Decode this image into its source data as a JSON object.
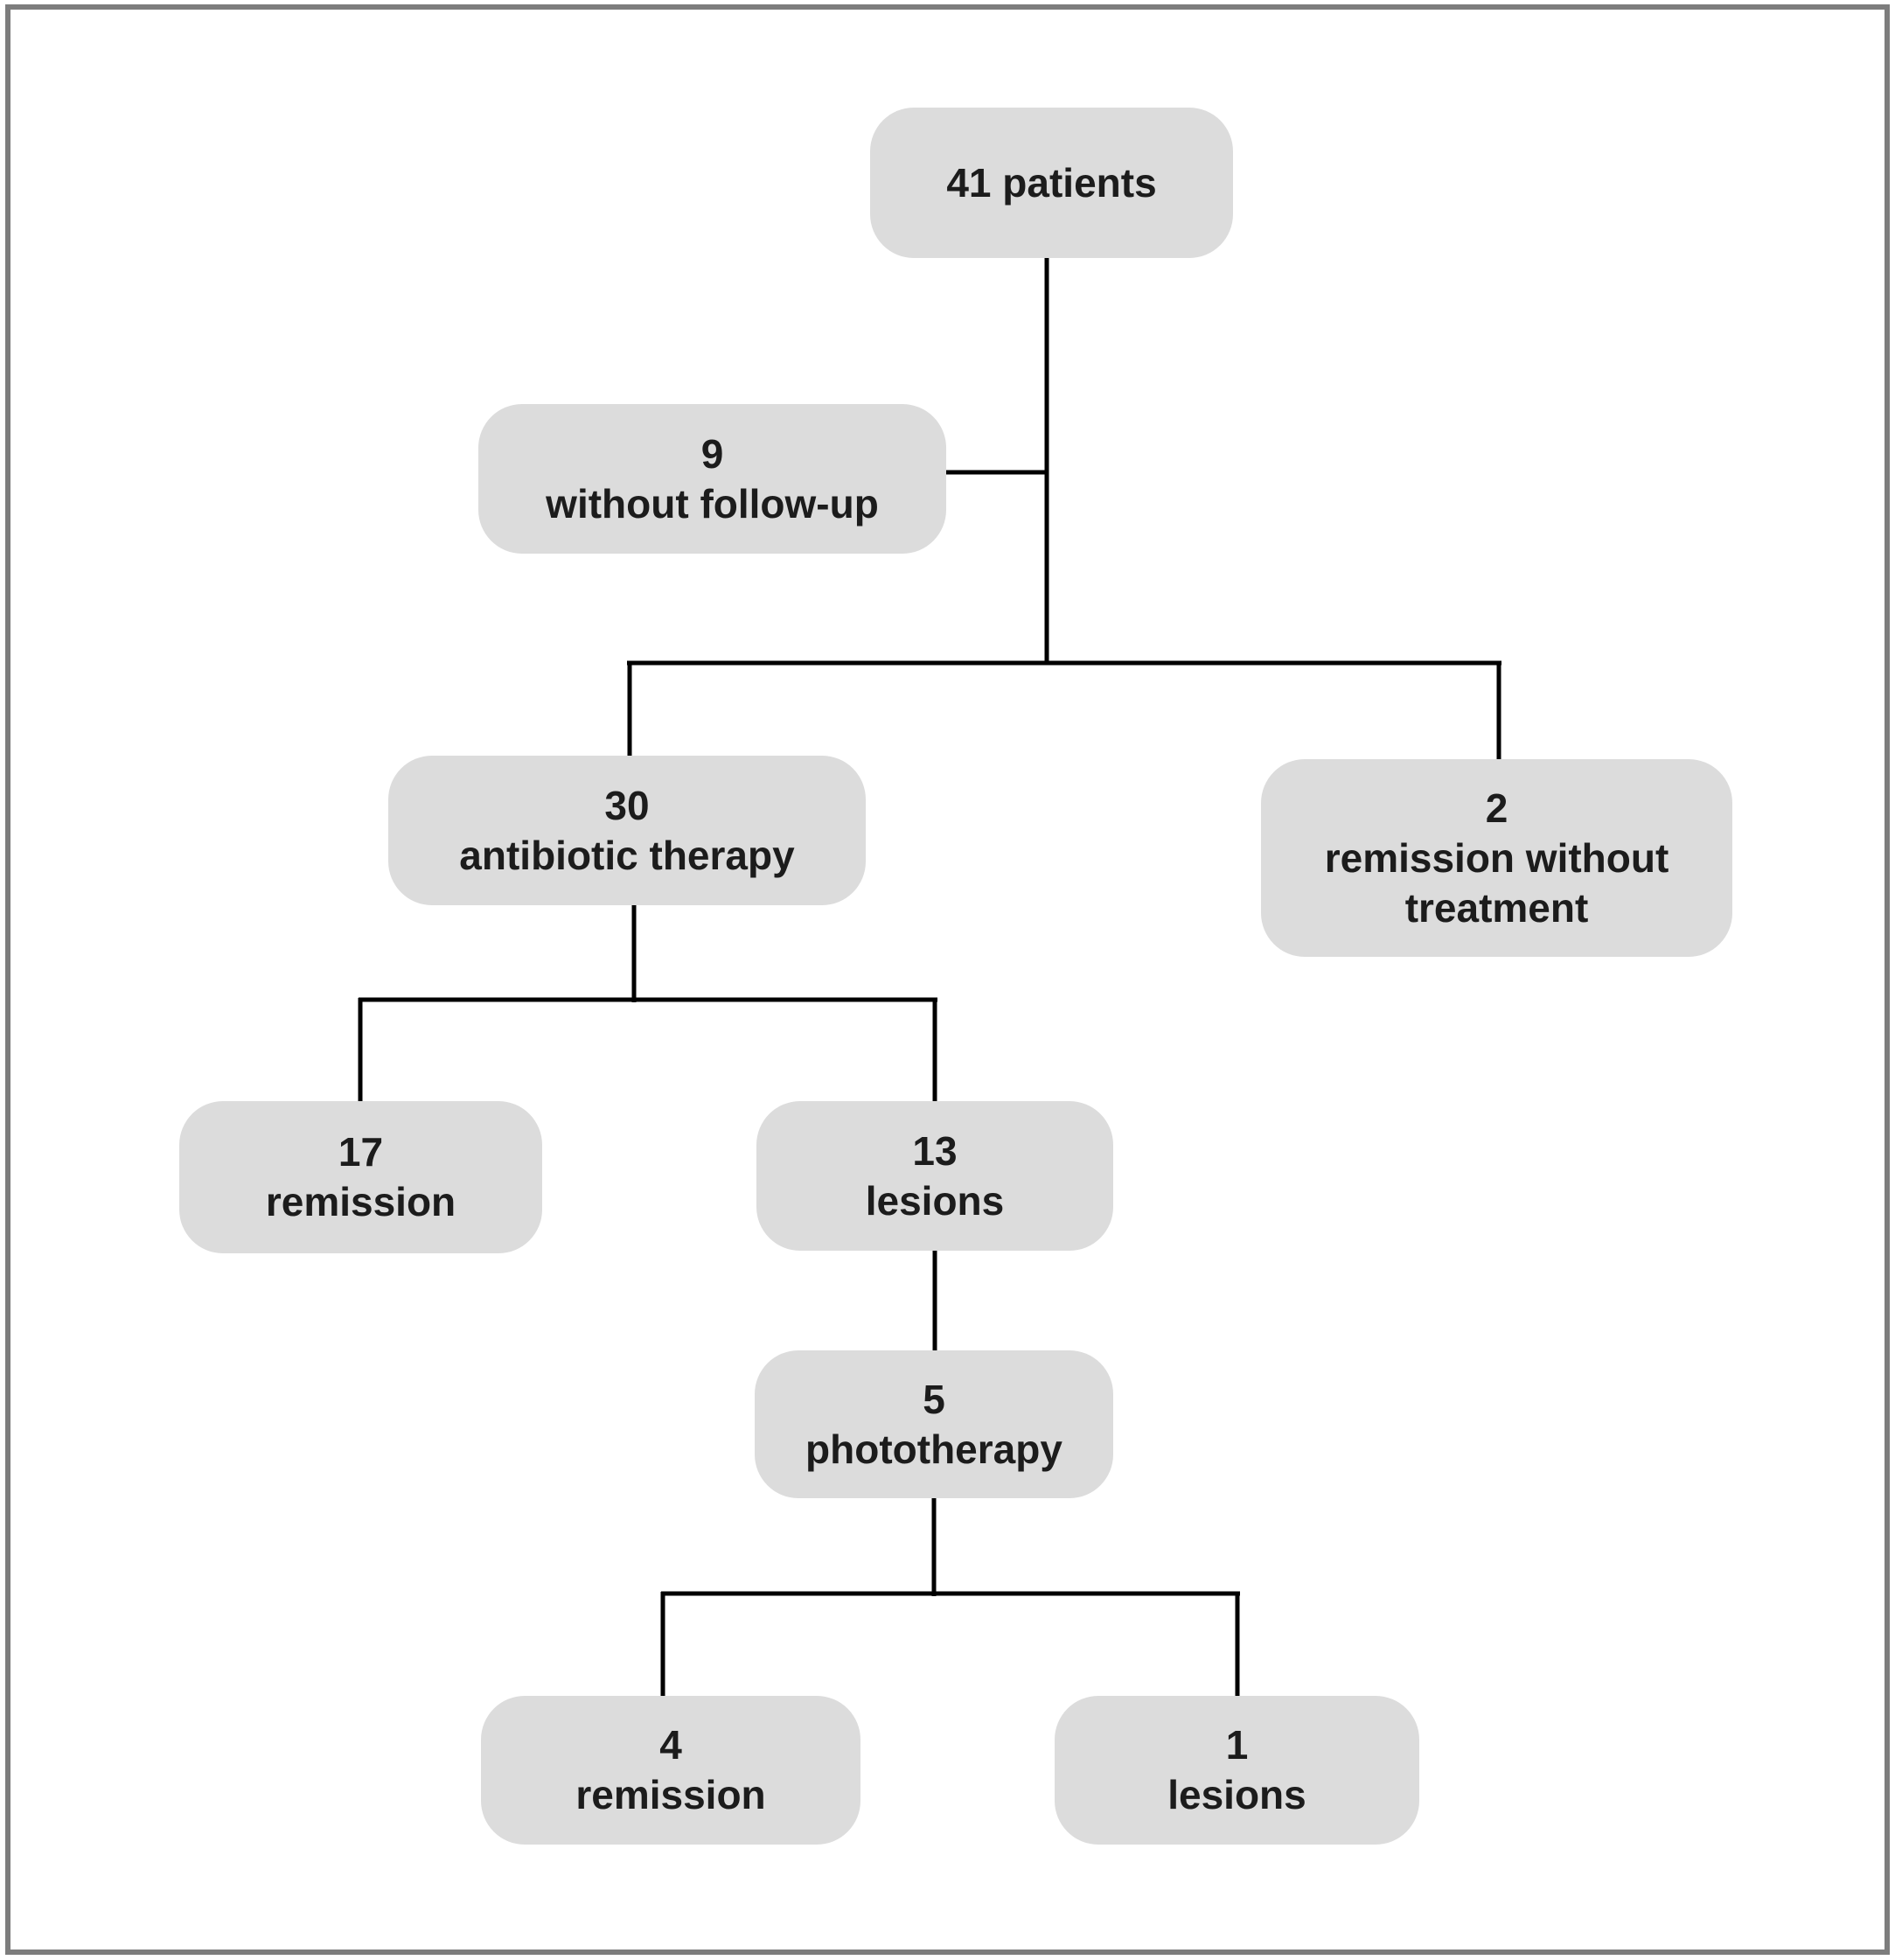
{
  "frame": {
    "border_color": "#7d7d7d",
    "background_color": "#ffffff"
  },
  "styles": {
    "node_fill": "#dcdcdc",
    "node_text_color": "#1c1c1c",
    "connector_color": "#000000"
  },
  "nodes": [
    {
      "id": "patients-total",
      "value": "41 patients",
      "label": ""
    },
    {
      "id": "without-follow-up",
      "value": "9",
      "label": "without follow-up"
    },
    {
      "id": "antibiotic-therapy",
      "value": "30",
      "label": "antibiotic therapy"
    },
    {
      "id": "remission-without-treatment",
      "value": "2",
      "label": "remission without treatment"
    },
    {
      "id": "remission-after-antibiotics",
      "value": "17",
      "label": "remission"
    },
    {
      "id": "lesions-after-antibiotics",
      "value": "13",
      "label": "lesions"
    },
    {
      "id": "phototherapy",
      "value": "5",
      "label": "phototherapy"
    },
    {
      "id": "remission-after-phototherapy",
      "value": "4",
      "label": "remission"
    },
    {
      "id": "lesions-after-phototherapy",
      "value": "1",
      "label": "lesions"
    }
  ],
  "edges": [
    {
      "from": "patients-total",
      "to": "without-follow-up"
    },
    {
      "from": "patients-total",
      "to": "antibiotic-therapy"
    },
    {
      "from": "patients-total",
      "to": "remission-without-treatment"
    },
    {
      "from": "antibiotic-therapy",
      "to": "remission-after-antibiotics"
    },
    {
      "from": "antibiotic-therapy",
      "to": "lesions-after-antibiotics"
    },
    {
      "from": "lesions-after-antibiotics",
      "to": "phototherapy"
    },
    {
      "from": "phototherapy",
      "to": "remission-after-phototherapy"
    },
    {
      "from": "phototherapy",
      "to": "lesions-after-phototherapy"
    }
  ]
}
